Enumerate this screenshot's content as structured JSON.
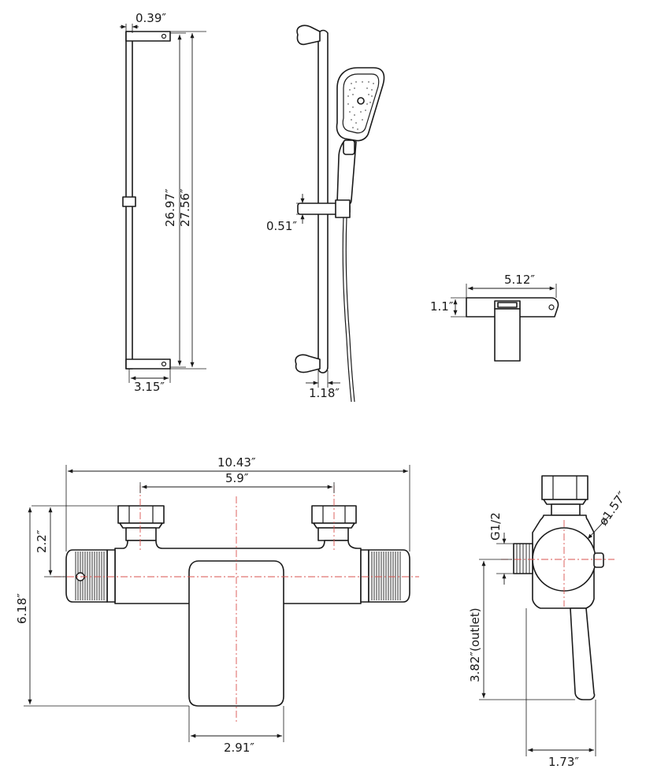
{
  "dimensions": {
    "rail_depth": "0.39″",
    "rail_center": "26.97″",
    "rail_length": "27.56″",
    "rail_offset": "3.15″",
    "slider_height": "0.51″",
    "rail_width": "1.18″",
    "holder_width": "5.12″",
    "holder_height": "1.1″",
    "mixer_width": "10.43″",
    "mixer_inlet_center": "5.9″",
    "mixer_inlet_height": "2.2″",
    "mixer_height": "6.18″",
    "mixer_body_width": "2.91″",
    "thread": "G1/2",
    "knob_diameter": "ø1.57″",
    "outlet_height": "3.82″(outlet)",
    "side_depth": "1.73″"
  }
}
